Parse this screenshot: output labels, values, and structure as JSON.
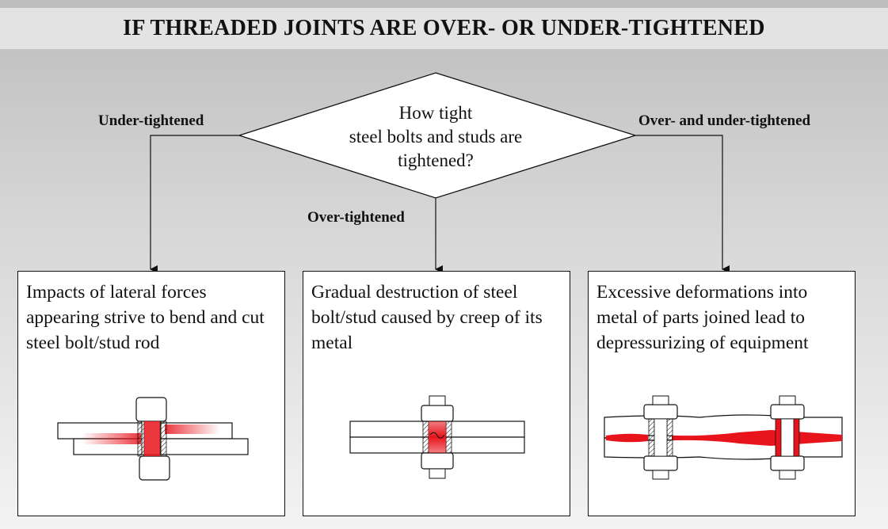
{
  "title": "IF THREADED JOINTS ARE OVER- OR UNDER-TIGHTENED",
  "decision": {
    "line1": "How tight",
    "line2": "steel bolts and studs are",
    "line3": "tightened?"
  },
  "branches": {
    "left": "Under-tightened",
    "middle": "Over-tightened",
    "right": "Over- and under-tightened"
  },
  "outcomes": [
    {
      "text": "Impacts of lateral forces appearing strive to bend and cut steel bolt/stud rod"
    },
    {
      "text": "Gradual destruction of steel bolt/stud caused by creep of its metal"
    },
    {
      "text": "Excessive deformations into metal of parts joined lead to depressurizing of equipment"
    }
  ],
  "colors": {
    "stress": "#e8141c",
    "line": "#111111",
    "box_bg": "#ffffff"
  }
}
